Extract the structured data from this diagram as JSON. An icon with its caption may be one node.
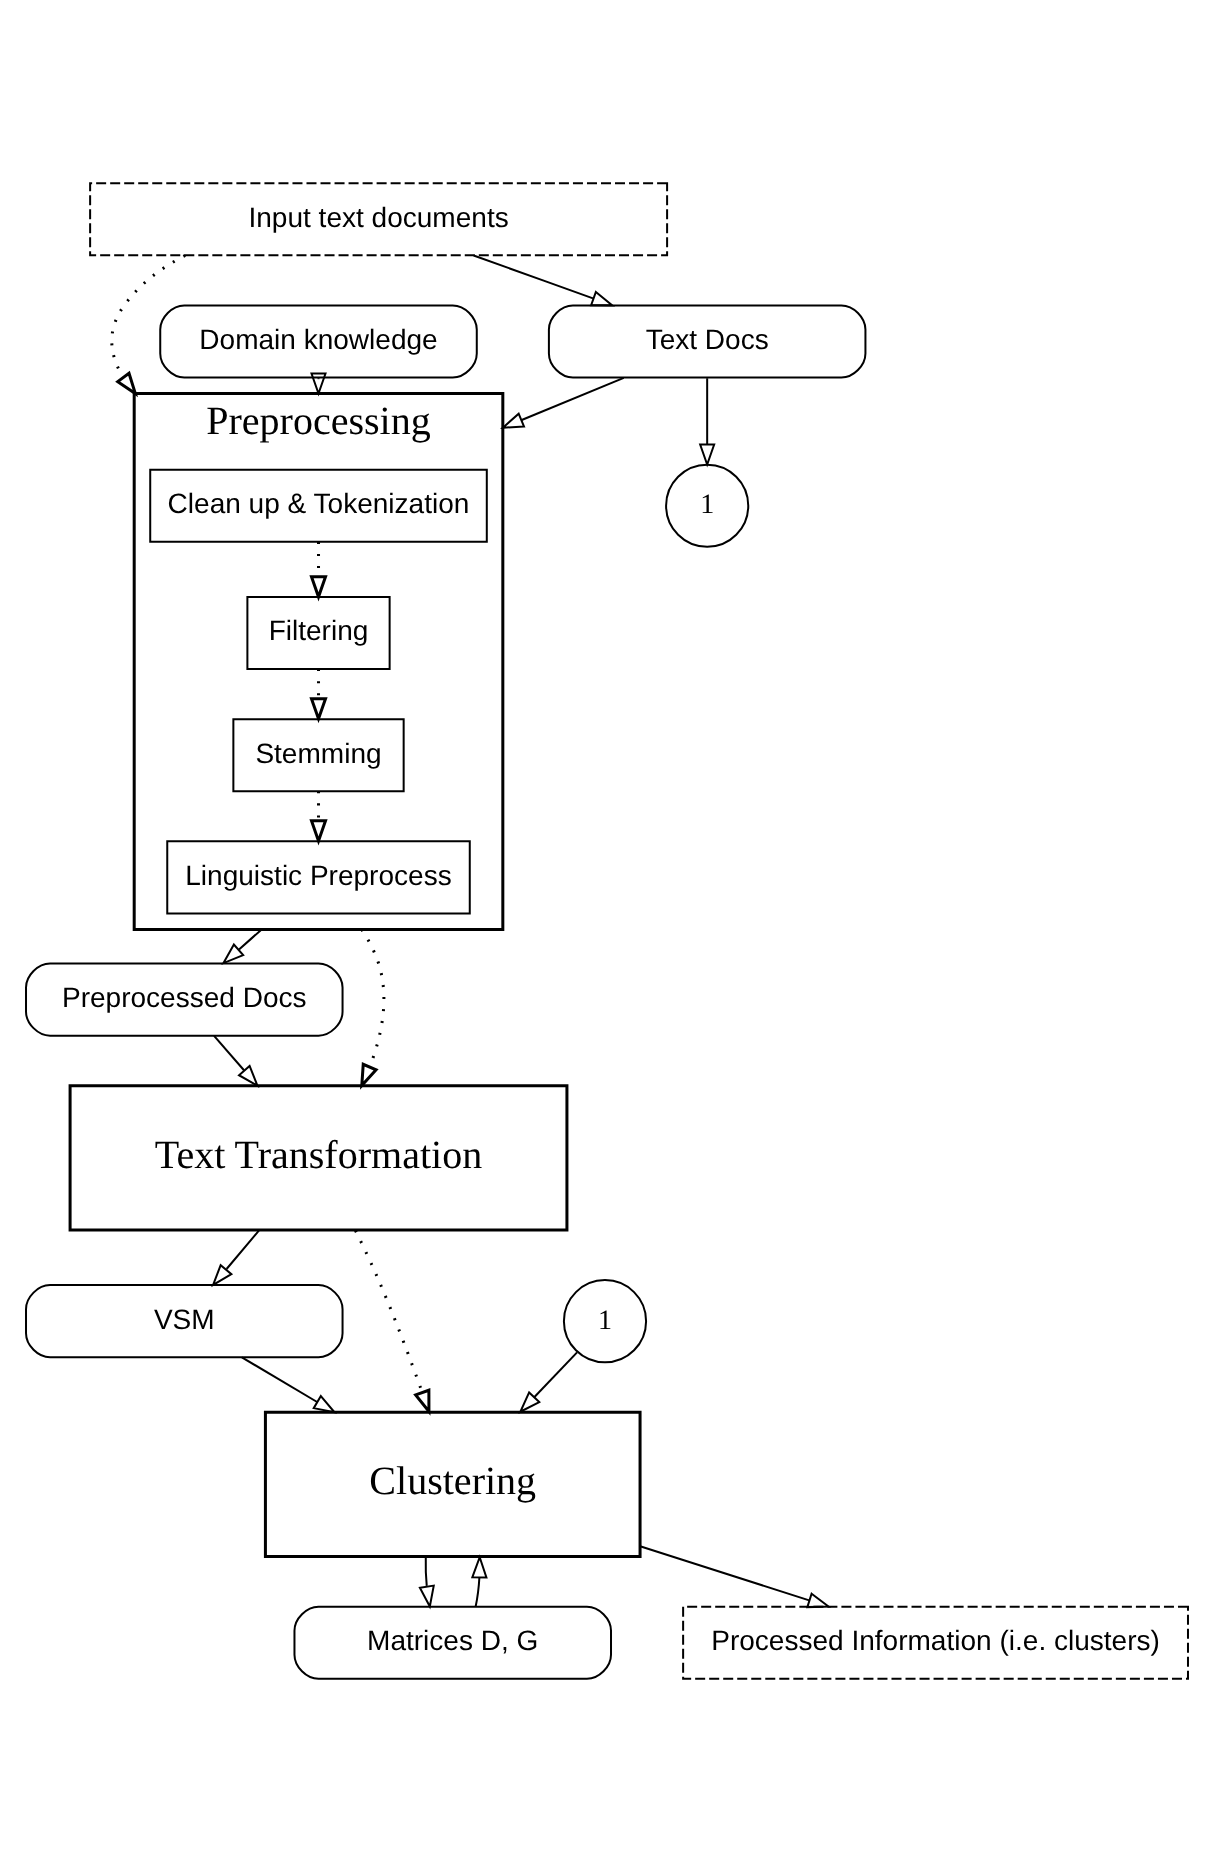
{
  "diagram": {
    "nodes": [
      {
        "text": [
          "Input text documents"
        ]
      },
      {
        "text": [
          "Preprocessing"
        ]
      },
      {
        "text": [
          "Clean up & Tokenization"
        ],
        "in": 1
      },
      {
        "text": [
          "Filtering"
        ],
        "in": 1
      },
      {
        "text": [
          "Stemming"
        ],
        "in": 1
      },
      {
        "text": [
          "Linguistic Preprocess"
        ],
        "in": 1
      },
      {
        "text": [
          "Text Docs"
        ]
      },
      {
        "text": [
          "1"
        ]
      },
      {
        "text": [
          "Domain knowledge"
        ]
      },
      {
        "text": [
          "Preprocessed Docs"
        ]
      },
      {
        "text": [
          "Text Transformation"
        ]
      },
      {
        "text": [
          "VSM"
        ]
      },
      {
        "text": [
          "Matrices D, G"
        ]
      },
      {
        "text": [
          "Clustering"
        ]
      },
      {
        "text": [
          "1"
        ]
      },
      {
        "text": [
          "Processed Information (i.e. clusters)"
        ]
      }
    ],
    "edges": [
      {
        "from": 0,
        "to": 6,
        "arrow": "to"
      },
      {
        "from": 0,
        "to": 1,
        "arrow": "to",
        "style": "dashed"
      },
      {
        "from": 6,
        "to": 1,
        "arrow": "to"
      },
      {
        "from": 6,
        "to": 7,
        "arrow": "to"
      },
      {
        "from": 2,
        "to": 3,
        "arrow": "to",
        "style": "dashed"
      },
      {
        "from": 3,
        "to": 4,
        "arrow": "to",
        "style": "dashed"
      },
      {
        "from": 4,
        "to": 5,
        "arrow": "to",
        "style": "dashed"
      },
      {
        "from": 8,
        "to": 1,
        "arrow": "to"
      },
      {
        "from": 1,
        "to": 9,
        "arrow": "to"
      },
      {
        "from": 9,
        "to": 10,
        "arrow": "to"
      },
      {
        "from": 1,
        "to": 10,
        "arrow": "to",
        "style": "dashed"
      },
      {
        "from": 10,
        "to": 11,
        "arrow": "to"
      },
      {
        "from": 11,
        "to": 13,
        "arrow": "to"
      },
      {
        "from": 10,
        "to": 13,
        "arrow": "to",
        "style": "dashed"
      },
      {
        "from": 13,
        "to": 12,
        "arrow": "to"
      },
      {
        "from": 12,
        "to": 13,
        "arrow": "to"
      },
      {
        "from": 14,
        "to": 13,
        "arrow": "to"
      },
      {
        "from": 13,
        "to": 15,
        "arrow": "to"
      }
    ]
  }
}
